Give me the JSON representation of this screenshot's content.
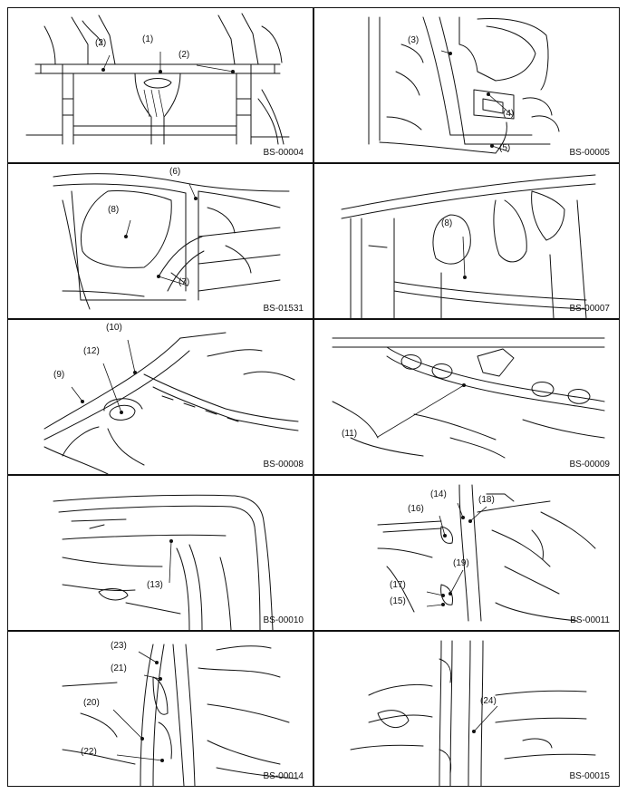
{
  "panels": [
    {
      "code": "BS-00004",
      "callouts": [
        "(1)",
        "(2)",
        "(2)"
      ]
    },
    {
      "code": "BS-00005",
      "callouts": [
        "(3)",
        "(4)",
        "(5)"
      ]
    },
    {
      "code": "BS-01531",
      "callouts": [
        "(6)",
        "(8)",
        "(7)"
      ]
    },
    {
      "code": "BS-00007",
      "callouts": [
        "(8)"
      ]
    },
    {
      "code": "BS-00008",
      "callouts": [
        "(10)",
        "(12)",
        "(9)"
      ]
    },
    {
      "code": "BS-00009",
      "callouts": [
        "(11)"
      ]
    },
    {
      "code": "BS-00010",
      "callouts": [
        "(13)"
      ]
    },
    {
      "code": "BS-00011",
      "callouts": [
        "(14)",
        "(18)",
        "(16)",
        "(19)",
        "(17)",
        "(15)"
      ]
    },
    {
      "code": "BS-00014",
      "callouts": [
        "(23)",
        "(21)",
        "(20)",
        "(22)"
      ]
    },
    {
      "code": "BS-00015",
      "callouts": [
        "(24)"
      ]
    }
  ]
}
